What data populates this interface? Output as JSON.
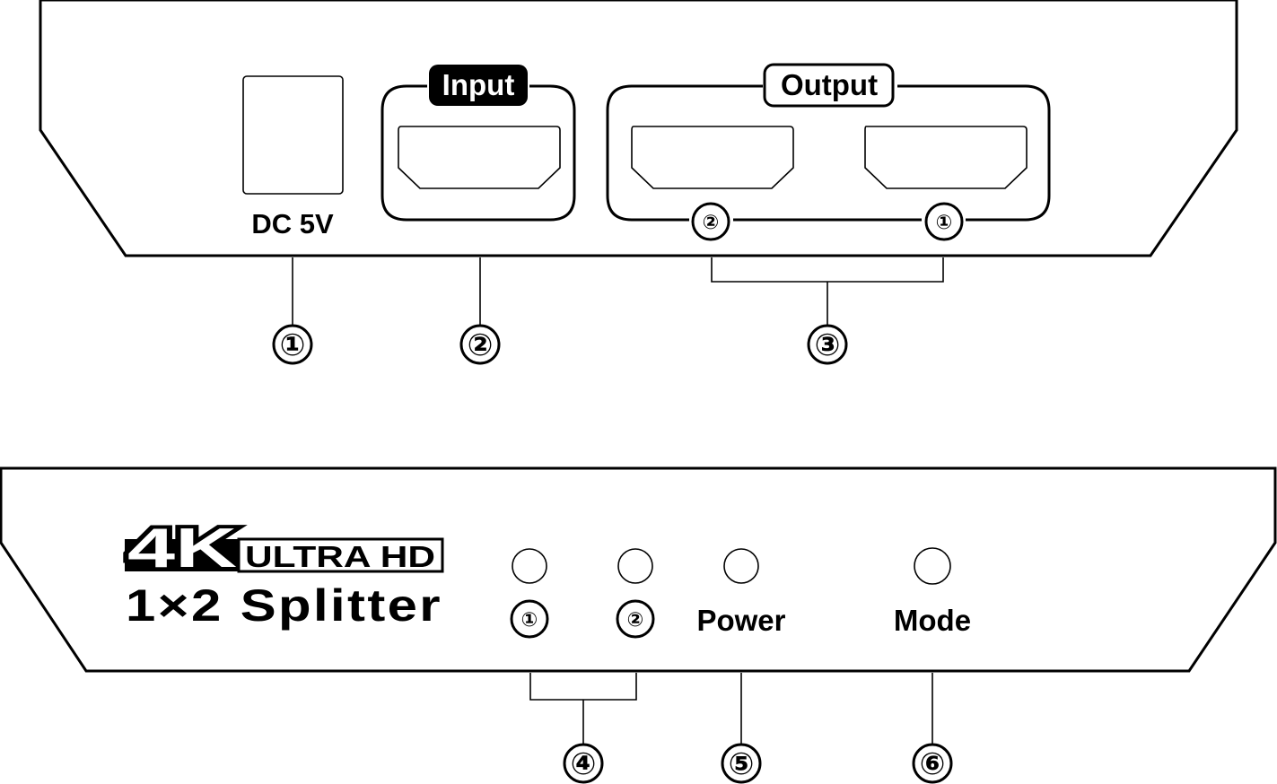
{
  "rear_panel": {
    "dc_label": "DC 5V",
    "input_tag": "Input",
    "output_tag": "Output",
    "output_port_numbers": [
      "②",
      "①"
    ]
  },
  "front_panel": {
    "logo_4k": "4K",
    "logo_ultra_hd": "ULTRA HD",
    "logo_model": "1×2 Splitter",
    "led_labels": [
      "①",
      "②",
      "Power",
      "Mode"
    ]
  },
  "callouts": [
    "①",
    "②",
    "③",
    "④",
    "⑤",
    "⑥"
  ]
}
